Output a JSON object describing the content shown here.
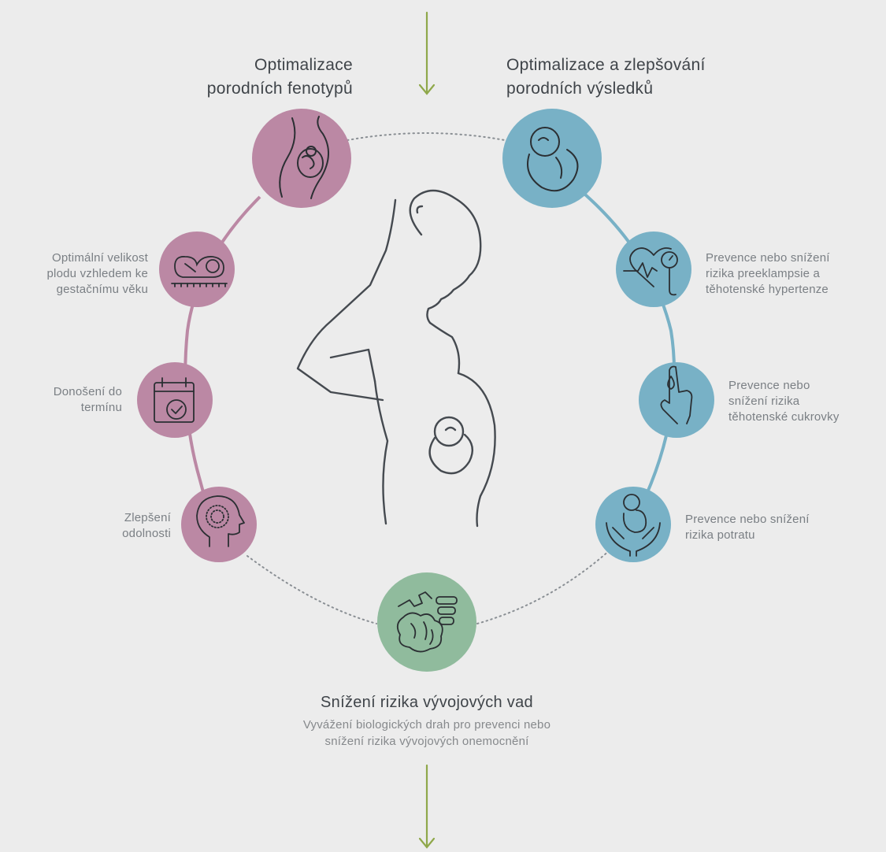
{
  "colors": {
    "background": "#ececec",
    "pink": "#bb88a4",
    "blue": "#78b1c6",
    "green": "#90bb9d",
    "arrow": "#8fa84a",
    "dots": "#8a8f94",
    "icon_stroke": "#2b2f33"
  },
  "headings": {
    "phenotypes": [
      "Optimalizace",
      "porodních fenotypů"
    ],
    "outcomes": [
      "Optimalizace a zlepšování",
      "porodních výsledků"
    ]
  },
  "left_items": [
    {
      "icon": "fetus-measure-icon",
      "lines": [
        "Optimální velikost",
        "plodu vzhledem ke",
        "gestačnímu věku"
      ]
    },
    {
      "icon": "calendar-check-icon",
      "lines": [
        "Donošení do",
        "termínu"
      ]
    },
    {
      "icon": "head-resilience-icon",
      "lines": [
        "Zlepšení",
        "odolnosti"
      ]
    }
  ],
  "right_items": [
    {
      "icon": "heart-monitor-icon",
      "lines": [
        "Prevence nebo snížení",
        "rizika preeklampsie a",
        "těhotenské hypertenze"
      ]
    },
    {
      "icon": "finger-drop-icon",
      "lines": [
        "Prevence nebo",
        "snížení rizika",
        "těhotenské cukrovky"
      ]
    },
    {
      "icon": "hands-fetus-icon",
      "lines": [
        "Prevence nebo snížení",
        "rizika potratu"
      ]
    }
  ],
  "bottom": {
    "icon": "brain-puzzle-spine-icon",
    "title": "Snížení rizika vývojových vad",
    "description": [
      "Vyvážení biologických drah pro prevenci nebo",
      "snížení rizika vývojových onemocnění"
    ]
  },
  "top_icons": {
    "phenotypes": "pregnant-belly-icon",
    "outcomes": "fetus-icon"
  },
  "center_icon": "pregnant-woman-illustration"
}
